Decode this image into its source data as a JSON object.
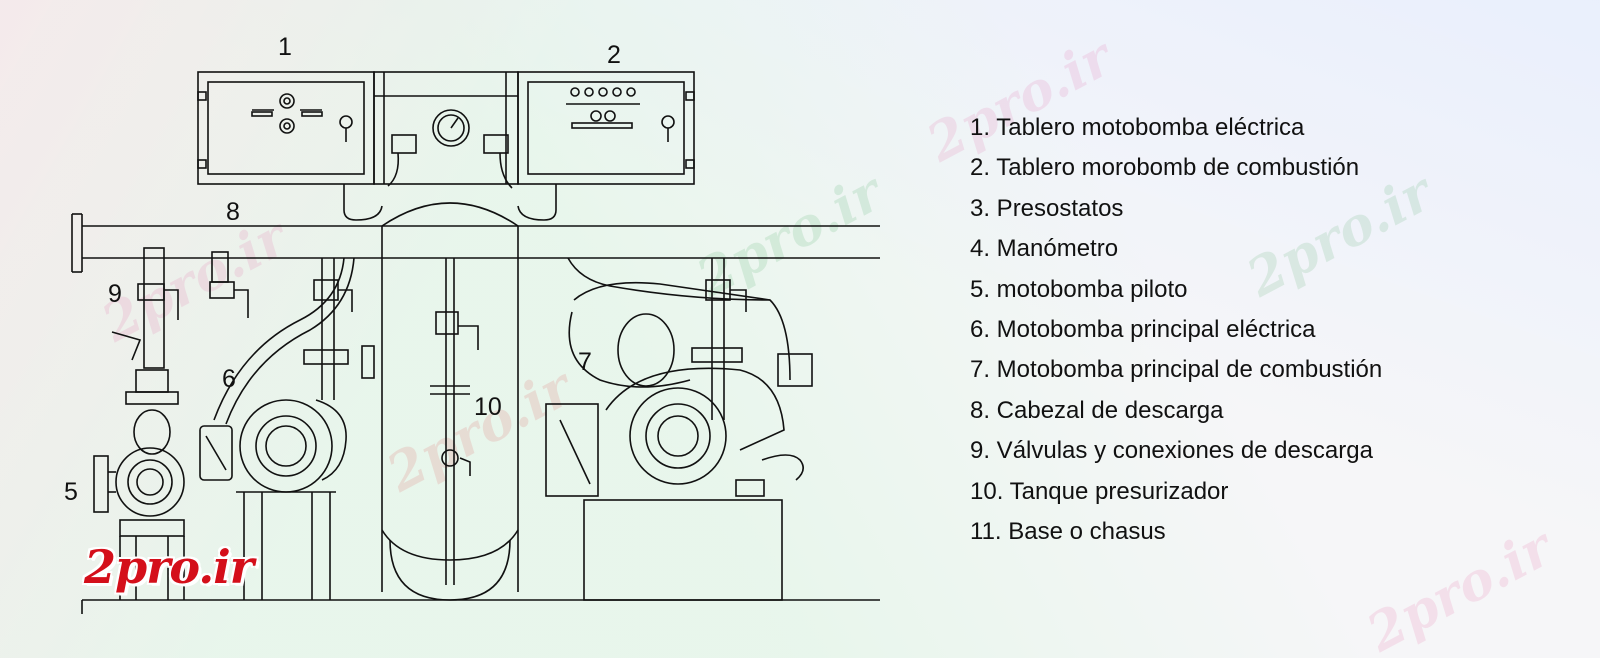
{
  "callouts": {
    "n1": "1",
    "n2": "2",
    "n5": "5",
    "n6": "6",
    "n7": "7",
    "n8": "8",
    "n9": "9",
    "n10": "10"
  },
  "legend": [
    "1.  Tablero motobomba eléctrica",
    "2.  Tablero morobomb de combustión",
    "3.  Presostatos",
    "4.  Manómetro",
    "5.  motobomba piloto",
    "6.  Motobomba principal eléctrica",
    "7.  Motobomba principal de combustión",
    "8.  Cabezal de descarga",
    "9.  Válvulas y conexiones de descarga",
    "10.  Tanque presurizador",
    "11. Base o chasus"
  ],
  "watermark": {
    "text": "2pro.ir"
  },
  "logo": {
    "text": "2pro.ir",
    "color": "#d40f1a"
  },
  "colors": {
    "line": "#111111"
  }
}
